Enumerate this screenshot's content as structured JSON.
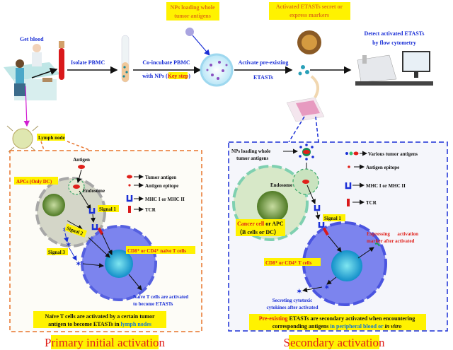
{
  "colors": {
    "accent_blue": "#1a2fd6",
    "accent_red": "#e0201a",
    "highlight": "#fff200",
    "primary_border": "#e8742c",
    "secondary_border": "#1a2fd6"
  },
  "workflow": {
    "get_blood": "Get blood",
    "isolate": "Isolate PBMC",
    "coincubate_1": "Co-incubate PBMC",
    "coincubate_2a": "with NPs (",
    "coincubate_key": "Key step",
    "coincubate_2b": ")",
    "nps_label_1": "NPs loading whole",
    "nps_label_2": "tumor antigens",
    "activate_1": "Activate pre-existing",
    "activate_2": "ETASTs",
    "activated_label_1": "Activated ETASTs secret or",
    "activated_label_2": "express markers",
    "detect_1": "Detect activated ETASTs",
    "detect_2": "by flow cytometry",
    "lymph_node": "Lymph node"
  },
  "primary": {
    "antigen": "Antigen",
    "apcs": "APCs (Only DC)",
    "endosome": "Endosome",
    "legend": [
      "Tumor antigen",
      "Antigen epitope",
      "MHC I or MHC II",
      "TCR"
    ],
    "signal1": "Signal 1",
    "signal2": "Signal 2",
    "signal3": "Signal 3",
    "tcell": "CD8⁺ or CD4⁺ naïve T cells",
    "activated_1": "Naïve T cells are activated",
    "activated_2": "to become ETASTs",
    "summary_1": "Naïve T cells are activated by a certain tumor",
    "summary_2a": "antigen to become ETASTs in ",
    "summary_2b": "lymph nodes",
    "title": "Primary initial activation"
  },
  "secondary": {
    "nps_1": "NPs loading whole",
    "nps_2": "tumor antigens",
    "legend": [
      "Various tumor antigens",
      "Antigen epitope",
      "MHC I or MHC II",
      "TCR"
    ],
    "endosome": "Endosome",
    "cancer_a": "Cancer cell",
    "cancer_b": " or APC",
    "cancer_2": "（B cells or DC）",
    "signal1": "Signal 1",
    "marker_1": "Expressing      activation",
    "marker_2": "marker after activated",
    "tcell": "CD8⁺ or CD4⁺ T cells",
    "secreting_1": "Secreting cytotoxic",
    "secreting_2": "cytokines after activated",
    "summary_1a": "Pre-existing",
    "summary_1b": " ETASTs are secondary activated when encountering",
    "summary_2a": "corresponding antigens ",
    "summary_2b": "in peripheral blood or ",
    "summary_2c": "in vitro",
    "title": "Secondary activation"
  }
}
